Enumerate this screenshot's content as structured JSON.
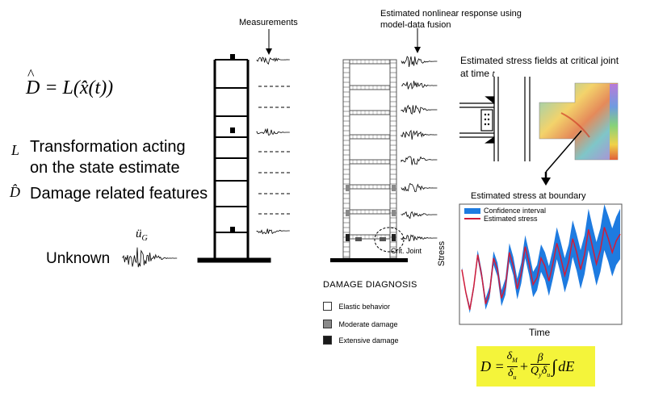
{
  "equation": {
    "lhs": "D",
    "rhs": "= L(x̂(t))"
  },
  "legend_terms": [
    {
      "symbol": "L",
      "text_line1": "Transformation acting",
      "text_line2": "on the state estimate"
    },
    {
      "symbol": "D̂",
      "text": "Damage related features"
    }
  ],
  "ground": {
    "symbol": "ü",
    "subscript": "G",
    "label": "Unknown"
  },
  "measurements_label": "Measurements",
  "estimated_response_label": {
    "line1": "Estimated nonlinear response using",
    "line2": "model-data fusion"
  },
  "stress_fields_label": {
    "line1": "Estimated stress fields at critical joint",
    "line2_prefix": "at time ",
    "line2_var": "t"
  },
  "crit_joint_label": "Crit. Joint",
  "damage_diagnosis": {
    "title": "DAMAGE DIAGNOSIS",
    "items": [
      {
        "label": "Elastic behavior",
        "color": "#ffffff"
      },
      {
        "label": "Moderate  damage",
        "color": "#8a8a8a"
      },
      {
        "label": "Extensive damage",
        "color": "#1a1a1a"
      }
    ]
  },
  "chart_data": {
    "type": "line",
    "title": "Estimated stress at boundary",
    "xlabel": "Time",
    "ylabel": "Stress",
    "series": [
      {
        "name": "Confidence interval",
        "color": "#1e7be0",
        "kind": "band"
      },
      {
        "name": "Estimated stress",
        "color": "#d01c3a",
        "kind": "line"
      }
    ],
    "x": [
      0,
      1,
      2,
      3,
      4,
      5,
      6,
      7,
      8,
      9,
      10,
      11,
      12,
      13,
      14,
      15,
      16,
      17,
      18,
      19,
      20,
      21,
      22,
      23,
      24,
      25,
      26,
      27,
      28,
      29,
      30,
      31,
      32,
      33,
      34,
      35,
      36,
      37,
      38,
      39,
      40
    ],
    "values": [
      0.45,
      0.25,
      0.1,
      0.3,
      0.58,
      0.4,
      0.15,
      0.25,
      0.55,
      0.45,
      0.2,
      0.3,
      0.6,
      0.48,
      0.28,
      0.42,
      0.65,
      0.5,
      0.32,
      0.38,
      0.55,
      0.48,
      0.35,
      0.5,
      0.68,
      0.55,
      0.4,
      0.52,
      0.72,
      0.6,
      0.45,
      0.58,
      0.8,
      0.65,
      0.5,
      0.62,
      0.82,
      0.72,
      0.6,
      0.7,
      0.76
    ],
    "band_halfwidth": [
      0.02,
      0.02,
      0.03,
      0.03,
      0.04,
      0.04,
      0.05,
      0.05,
      0.06,
      0.06,
      0.07,
      0.07,
      0.08,
      0.08,
      0.09,
      0.09,
      0.1,
      0.1,
      0.11,
      0.11,
      0.12,
      0.12,
      0.13,
      0.13,
      0.14,
      0.14,
      0.15,
      0.15,
      0.16,
      0.16,
      0.17,
      0.17,
      0.18,
      0.18,
      0.19,
      0.19,
      0.2,
      0.2,
      0.21,
      0.21,
      0.22
    ],
    "ylim": [
      0,
      1
    ],
    "legend_position": "top-left",
    "grid": false
  },
  "formula": {
    "lhs": "D =",
    "t1_num": "δ",
    "t1_num_sub": "M",
    "t1_den": "δ",
    "t1_den_sub": "u",
    "plus": "+",
    "t2_num": "β",
    "t2_den_a": "Q",
    "t2_den_a_sub": "y",
    "t2_den_b": "δ",
    "t2_den_b_sub": "u",
    "integral": "∫",
    "tail": "dE",
    "background": "#f4f43a"
  }
}
